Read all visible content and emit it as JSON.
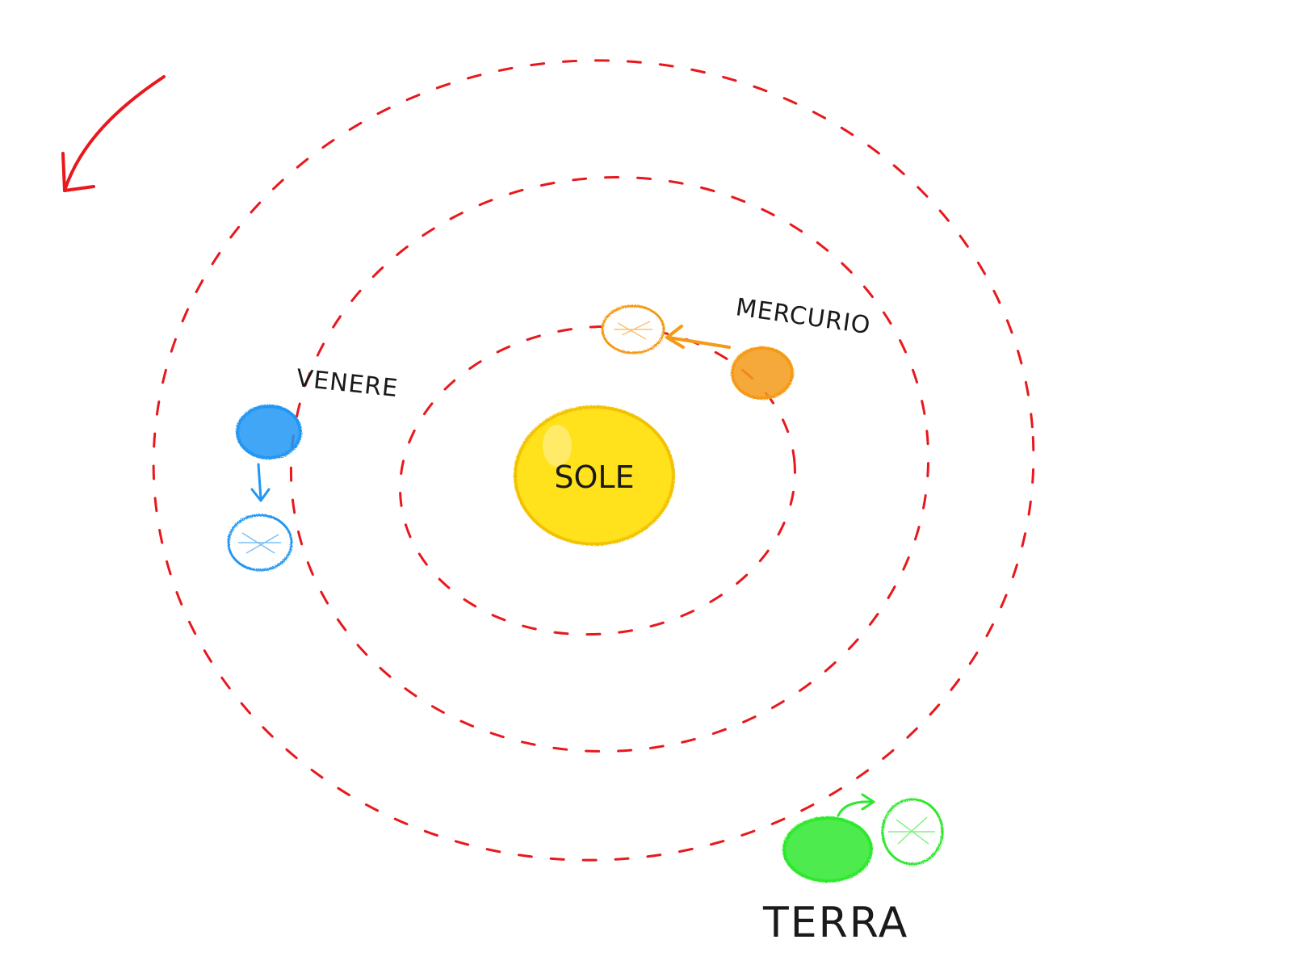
{
  "labels": {
    "sun": "SOLE",
    "mercury": "MERCURIO",
    "venus": "VENERE",
    "earth": "TERRA"
  },
  "colors": {
    "orbit": "#e8181d",
    "sun_fill": "#ffe11a",
    "sun_stroke": "#f2c200",
    "mercury": "#f59a16",
    "venus": "#2196f3",
    "earth": "#2ee82e",
    "text": "#1a1a1a"
  }
}
